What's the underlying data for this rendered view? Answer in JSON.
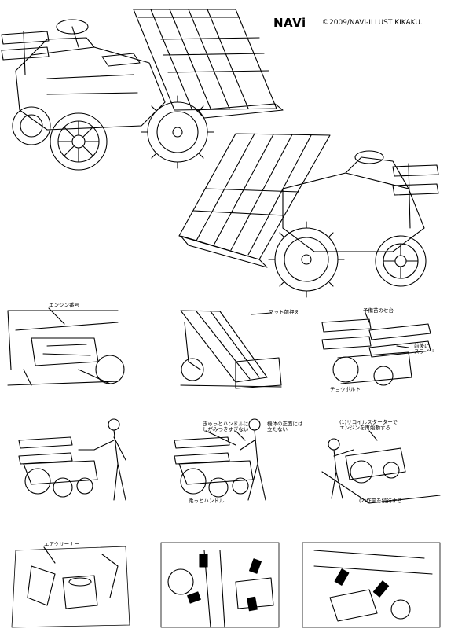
{
  "header": {
    "logo": "NAVi",
    "copyright": "©2009/NAVI-ILLUST KIKAKU."
  },
  "labels": {
    "engine_number": "エンジン番号",
    "mat_press": "マット前押え",
    "spare_seedling_stand": "予備苗のせ台",
    "front_rear_slide": "前後に\nスライド",
    "chou_bolt": "チョウボルト",
    "handle_no_hold": "ぎゅっとハンドルに\nしがみつきすぎない",
    "no_stand_front": "機体の正面には\n立たない",
    "loose_handle": "柔っとハンドル",
    "recoil_restart": "(1)リコイルスターターで\nエンジンを再始動する",
    "continue_work": "(2)作業を続行する",
    "air_cleaner": "エアクリーナー"
  },
  "colors": {
    "line": "#000000",
    "background": "#ffffff"
  }
}
